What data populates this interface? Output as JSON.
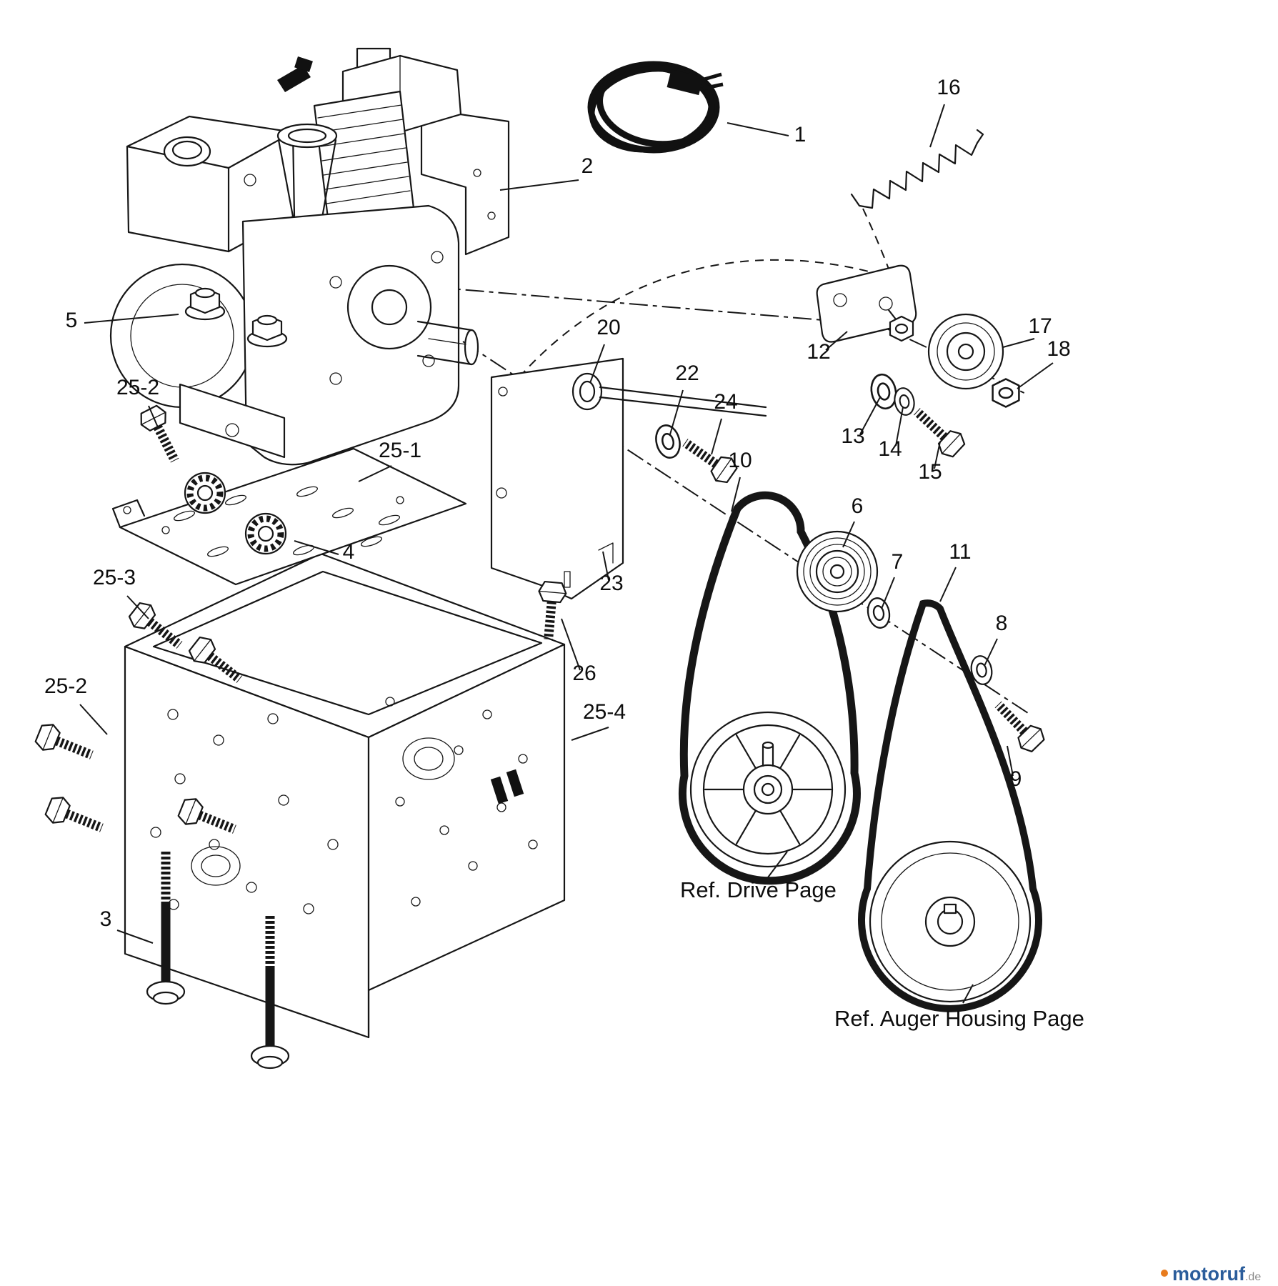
{
  "diagram": {
    "type": "exploded-parts-diagram",
    "callouts": {
      "c1": "1",
      "c2": "2",
      "c3": "3",
      "c4": "4",
      "c5": "5",
      "c6": "6",
      "c7": "7",
      "c8": "8",
      "c9": "9",
      "c10": "10",
      "c11": "11",
      "c12": "12",
      "c13": "13",
      "c14": "14",
      "c15": "15",
      "c16": "16",
      "c17": "17",
      "c18": "18",
      "c20": "20",
      "c22": "22",
      "c23": "23",
      "c24": "24",
      "c25_1": "25-1",
      "c25_2a": "25-2",
      "c25_2b": "25-2",
      "c25_3": "25-3",
      "c25_4": "25-4",
      "c26": "26"
    },
    "references": {
      "drive": "Ref. Drive Page",
      "auger": "Ref. Auger Housing Page"
    },
    "watermark": {
      "name": "motoruf",
      "tld": ".de",
      "name_color": "#2b5d9b",
      "tld_color": "#8a8a8a",
      "dot_color": "#e87c1e"
    }
  }
}
